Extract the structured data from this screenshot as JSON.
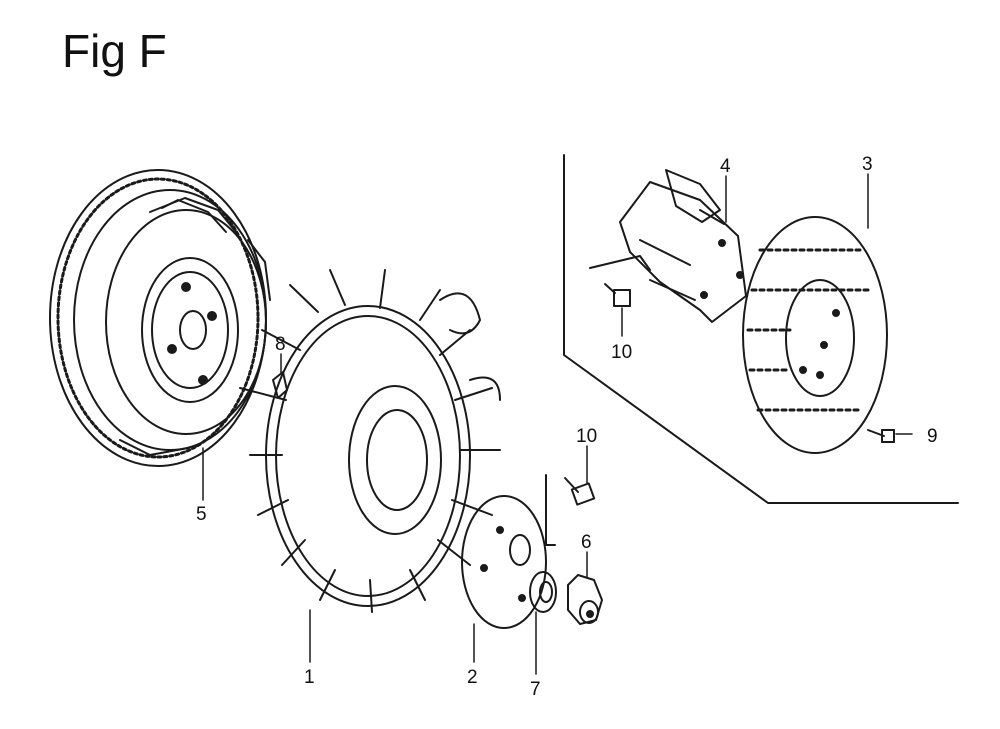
{
  "figure": {
    "title": "Fig F"
  },
  "callouts": [
    {
      "id": "fan",
      "label": "1"
    },
    {
      "id": "fan-plate",
      "label": "2"
    },
    {
      "id": "starter-pulley",
      "label": "3"
    },
    {
      "id": "starter-bracket",
      "label": "4"
    },
    {
      "id": "flywheel",
      "label": "5"
    },
    {
      "id": "nut",
      "label": "6"
    },
    {
      "id": "washer",
      "label": "7"
    },
    {
      "id": "key",
      "label": "8"
    },
    {
      "id": "bolt-pulley",
      "label": "9"
    },
    {
      "id": "bolt-bracket",
      "label": "10"
    },
    {
      "id": "bolt-fan",
      "label": "10"
    }
  ]
}
